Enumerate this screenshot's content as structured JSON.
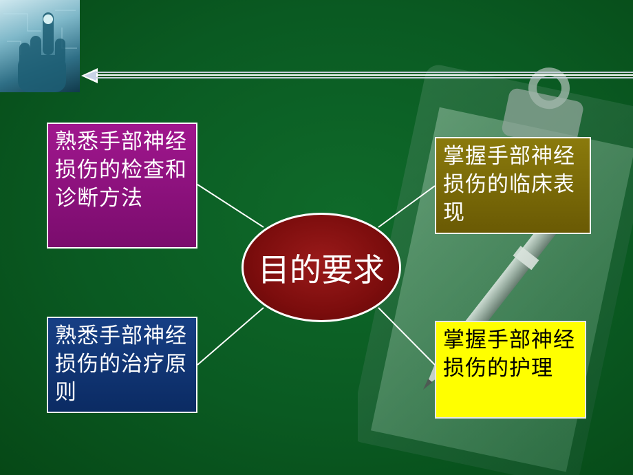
{
  "center": {
    "label": "目的要求"
  },
  "topics": {
    "top_left": "熟悉手部神经损伤的检查和诊断方法",
    "bottom_left": "熟悉手部神经损伤的治疗原则",
    "top_right": "掌握手部神经损伤的临床表现",
    "bottom_right": "掌握手部神经损伤的护理"
  },
  "colors": {
    "background": "#0a5a22",
    "center_fill": "#7c0d0d",
    "top_left_fill": "#8c1280",
    "bottom_left_fill": "#12357a",
    "top_right_fill": "#7a6a08",
    "bottom_right_fill": "#ffff00"
  },
  "icons": {
    "corner": "hand-pointing-icon",
    "arrow": "arrow-left-icon",
    "background_art": "clipboard-pen-icon"
  }
}
